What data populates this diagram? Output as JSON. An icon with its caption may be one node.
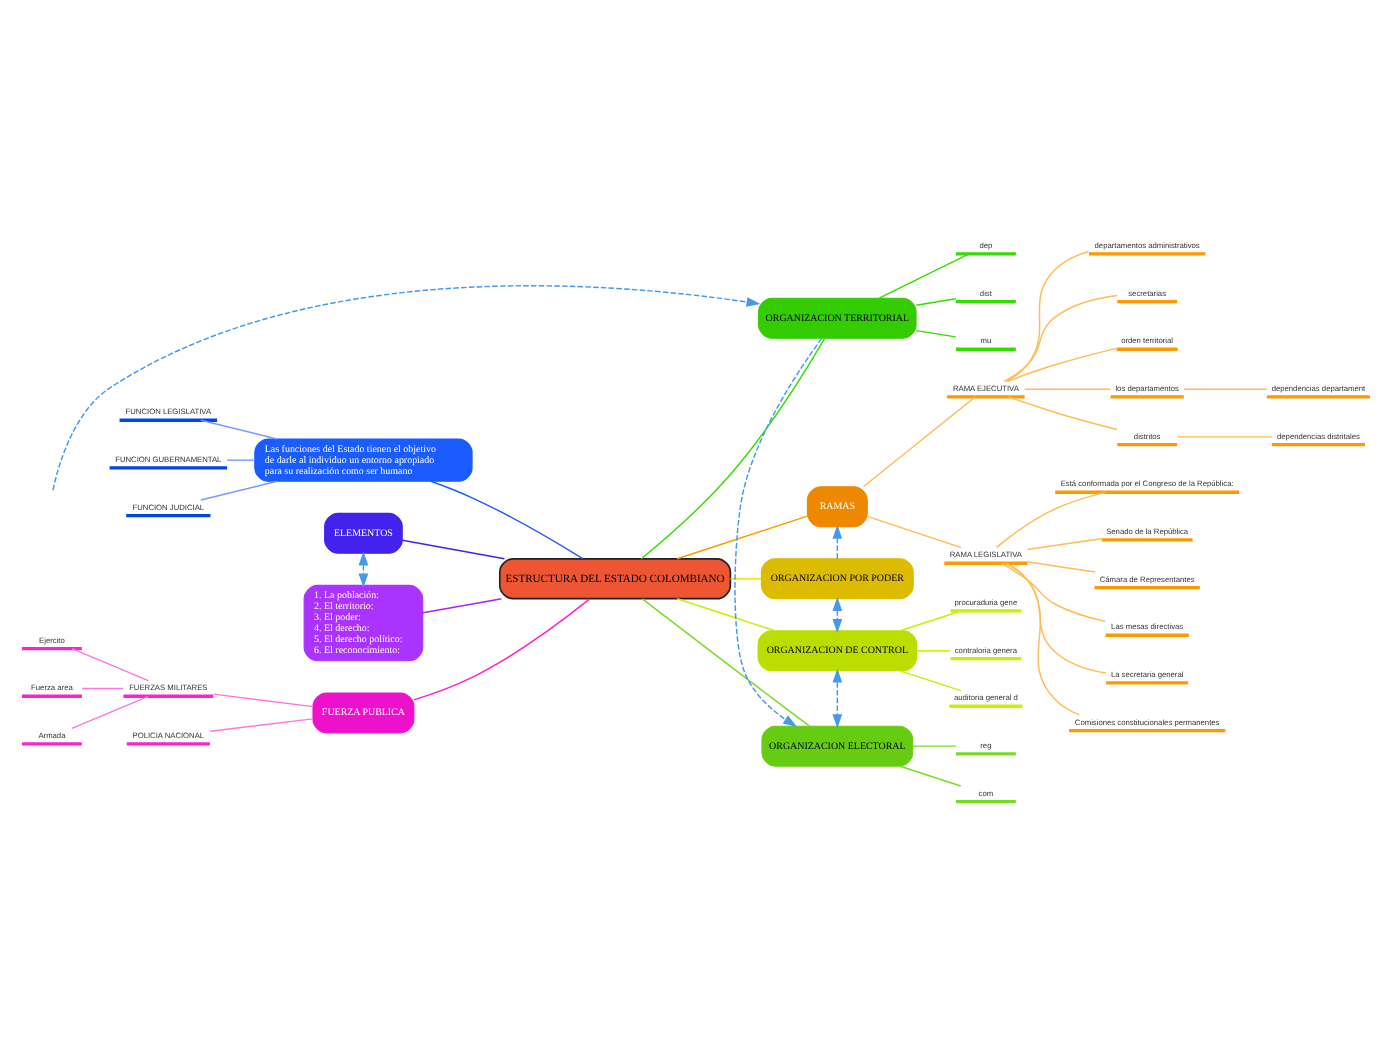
{
  "diagram": {
    "nodes": [
      {
        "text": [
          "ESTRUCTURA DEL ESTADO COLOMBIANO"
        ]
      },
      {
        "text": [
          "RAMAS"
        ]
      },
      {
        "text": [
          "RAMA EJECUTIVA"
        ]
      },
      {
        "text": [
          "departamentos administrativos"
        ]
      },
      {
        "text": [
          "secretarias"
        ]
      },
      {
        "text": [
          "orden territorial"
        ]
      },
      {
        "text": [
          "los departamentos"
        ]
      },
      {
        "text": [
          "dependencias departament"
        ]
      },
      {
        "text": [
          "distritos"
        ]
      },
      {
        "text": [
          "dependencias distritales"
        ]
      },
      {
        "text": [
          "RAMA LEGISLATIVA"
        ]
      },
      {
        "text": [
          "Está conformada por el Congreso de la República:"
        ]
      },
      {
        "text": [
          "Senado de la República"
        ]
      },
      {
        "text": [
          "Cámara de Representantes"
        ]
      },
      {
        "text": [
          "Las mesas directivas"
        ]
      },
      {
        "text": [
          "La secretaria general"
        ]
      },
      {
        "text": [
          "Comisiones constitucionales permanentes"
        ]
      },
      {
        "text": [
          "Las funciones del Estado tienen el objetivo de darle al individuo un entorno apropiado para su realización como ser humano"
        ]
      },
      {
        "text": [
          "FUNCION LEGISLATIVA"
        ]
      },
      {
        "text": [
          "FUNCION GUBERNAMENTAL"
        ]
      },
      {
        "text": [
          "FUNCION JUDICIAL"
        ]
      },
      {
        "text": [
          "ELEMENTOS"
        ]
      },
      {
        "text": [
          "1. La población:",
          "2. El territorio:",
          "3. El poder:",
          "4. El derecho:",
          "5. El derecho político:",
          "6. El reconocimiento:"
        ]
      },
      {
        "text": [
          "ORGANIZACION POR PODER"
        ]
      },
      {
        "text": [
          "ORGANIZACION DE CONTROL"
        ]
      },
      {
        "text": [
          "procuraduria gene"
        ]
      },
      {
        "text": [
          "contraloria genera"
        ]
      },
      {
        "text": [
          "auditoria general d"
        ]
      },
      {
        "text": [
          "ORGANIZACION ELECTORAL"
        ]
      },
      {
        "text": [
          "reg"
        ]
      },
      {
        "text": [
          "com"
        ]
      },
      {
        "text": [
          "ORGANIZACION TERRITORIAL"
        ]
      },
      {
        "text": [
          "dep"
        ]
      },
      {
        "text": [
          "dist"
        ]
      },
      {
        "text": [
          "mu"
        ]
      },
      {
        "text": [
          "FUERZA PUBLICA"
        ]
      },
      {
        "text": [
          "FUERZAS MILITARES"
        ]
      },
      {
        "text": [
          "Ejercito"
        ]
      },
      {
        "text": [
          "Fuerza area"
        ]
      },
      {
        "text": [
          "Armada"
        ]
      },
      {
        "text": [
          "POLICIA NACIONAL"
        ]
      }
    ],
    "edges": [
      {
        "from": 0,
        "to": 1,
        "arrow": "none",
        "color": "#ff9900"
      },
      {
        "from": 1,
        "to": 2,
        "arrow": "none",
        "color": "#ffbb55"
      },
      {
        "from": 2,
        "to": 3,
        "arrow": "none",
        "color": "#ffbb55"
      },
      {
        "from": 2,
        "to": 4,
        "arrow": "none",
        "color": "#ffbb55"
      },
      {
        "from": 2,
        "to": 5,
        "arrow": "none",
        "color": "#ffbb55"
      },
      {
        "from": 2,
        "to": 6,
        "arrow": "none",
        "color": "#ffbb55"
      },
      {
        "from": 6,
        "to": 7,
        "arrow": "none",
        "color": "#ffbb55"
      },
      {
        "from": 2,
        "to": 8,
        "arrow": "none",
        "color": "#ffbb55"
      },
      {
        "from": 8,
        "to": 9,
        "arrow": "none",
        "color": "#ffbb55"
      },
      {
        "from": 1,
        "to": 10,
        "arrow": "none",
        "color": "#ffbb55"
      },
      {
        "from": 10,
        "to": 11,
        "arrow": "none",
        "color": "#ffbb55"
      },
      {
        "from": 10,
        "to": 12,
        "arrow": "none",
        "color": "#ffbb55"
      },
      {
        "from": 10,
        "to": 13,
        "arrow": "none",
        "color": "#ffbb55"
      },
      {
        "from": 10,
        "to": 14,
        "arrow": "none",
        "color": "#ffbb55"
      },
      {
        "from": 10,
        "to": 15,
        "arrow": "none",
        "color": "#ffbb55"
      },
      {
        "from": 10,
        "to": 16,
        "arrow": "none",
        "color": "#ffbb55"
      },
      {
        "from": 0,
        "to": 17,
        "arrow": "none",
        "color": "#1a5cff"
      },
      {
        "from": 17,
        "to": 18,
        "arrow": "none",
        "color": "#7799ff"
      },
      {
        "from": 17,
        "to": 19,
        "arrow": "none",
        "color": "#7799ff"
      },
      {
        "from": 17,
        "to": 20,
        "arrow": "none",
        "color": "#7799ff"
      },
      {
        "from": 0,
        "to": 21,
        "arrow": "none",
        "color": "#4422ee"
      },
      {
        "from": 0,
        "to": 22,
        "arrow": "none",
        "color": "#aa22ff"
      },
      {
        "from": 0,
        "to": 23,
        "arrow": "none",
        "color": "#eedd00"
      },
      {
        "from": 0,
        "to": 24,
        "arrow": "none",
        "color": "#ccee00"
      },
      {
        "from": 24,
        "to": 25,
        "arrow": "none",
        "color": "#ccee00"
      },
      {
        "from": 24,
        "to": 26,
        "arrow": "none",
        "color": "#ccee00"
      },
      {
        "from": 24,
        "to": 27,
        "arrow": "none",
        "color": "#ccee00"
      },
      {
        "from": 0,
        "to": 28,
        "arrow": "none",
        "color": "#77dd22"
      },
      {
        "from": 28,
        "to": 29,
        "arrow": "none",
        "color": "#77dd22"
      },
      {
        "from": 28,
        "to": 30,
        "arrow": "none",
        "color": "#77dd22"
      },
      {
        "from": 0,
        "to": 31,
        "arrow": "none",
        "color": "#33dd00"
      },
      {
        "from": 31,
        "to": 32,
        "arrow": "none",
        "color": "#33dd00"
      },
      {
        "from": 31,
        "to": 33,
        "arrow": "none",
        "color": "#33dd00"
      },
      {
        "from": 31,
        "to": 34,
        "arrow": "none",
        "color": "#33dd00"
      },
      {
        "from": 0,
        "to": 35,
        "arrow": "none",
        "color": "#ff22cc"
      },
      {
        "from": 35,
        "to": 36,
        "arrow": "none",
        "color": "#ff77dd"
      },
      {
        "from": 36,
        "to": 37,
        "arrow": "none",
        "color": "#ff77dd"
      },
      {
        "from": 36,
        "to": 38,
        "arrow": "none",
        "color": "#ff77dd"
      },
      {
        "from": 36,
        "to": 39,
        "arrow": "none",
        "color": "#ff77dd"
      },
      {
        "from": 35,
        "to": 40,
        "arrow": "none",
        "color": "#ff77dd"
      },
      {
        "from": 23,
        "to": 1,
        "arrow": "to",
        "style": "dashed",
        "color": "#4499ee"
      },
      {
        "from": 23,
        "to": 24,
        "arrow": "both",
        "style": "dashed",
        "color": "#4499ee"
      },
      {
        "from": 24,
        "to": 28,
        "arrow": "both",
        "style": "dashed",
        "color": "#4499ee"
      },
      {
        "from": 31,
        "to": 28,
        "arrow": "to",
        "style": "dashed",
        "color": "#4499ee"
      },
      {
        "from": null,
        "to": 31,
        "arrow": "to",
        "style": "dashed",
        "color": "#4499ee"
      },
      {
        "from": 21,
        "to": 22,
        "arrow": "both",
        "style": "dashed",
        "color": "#4499ee"
      }
    ]
  }
}
